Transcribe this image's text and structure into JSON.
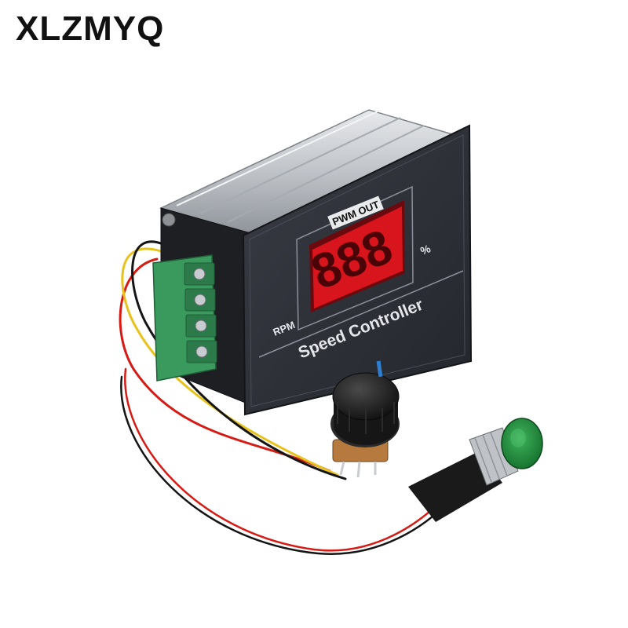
{
  "brand": {
    "name": "XLZMYQ"
  },
  "device": {
    "display_label": "PWM OUT",
    "digits": "888",
    "unit_percent": "%",
    "unit_rpm": "RPM",
    "panel_title": "Speed Controller"
  },
  "colors": {
    "panel": "#2c2e36",
    "led": "#d8141c",
    "terminal": "#3a9a5e",
    "button": "#1f8a3a",
    "knob": "#1c1c1c",
    "knob_marker": "#2f7fd0",
    "aluminum": "#c9cdd2",
    "wire_red": "#d61a14",
    "wire_yellow": "#e8c21c",
    "wire_black": "#151515"
  }
}
